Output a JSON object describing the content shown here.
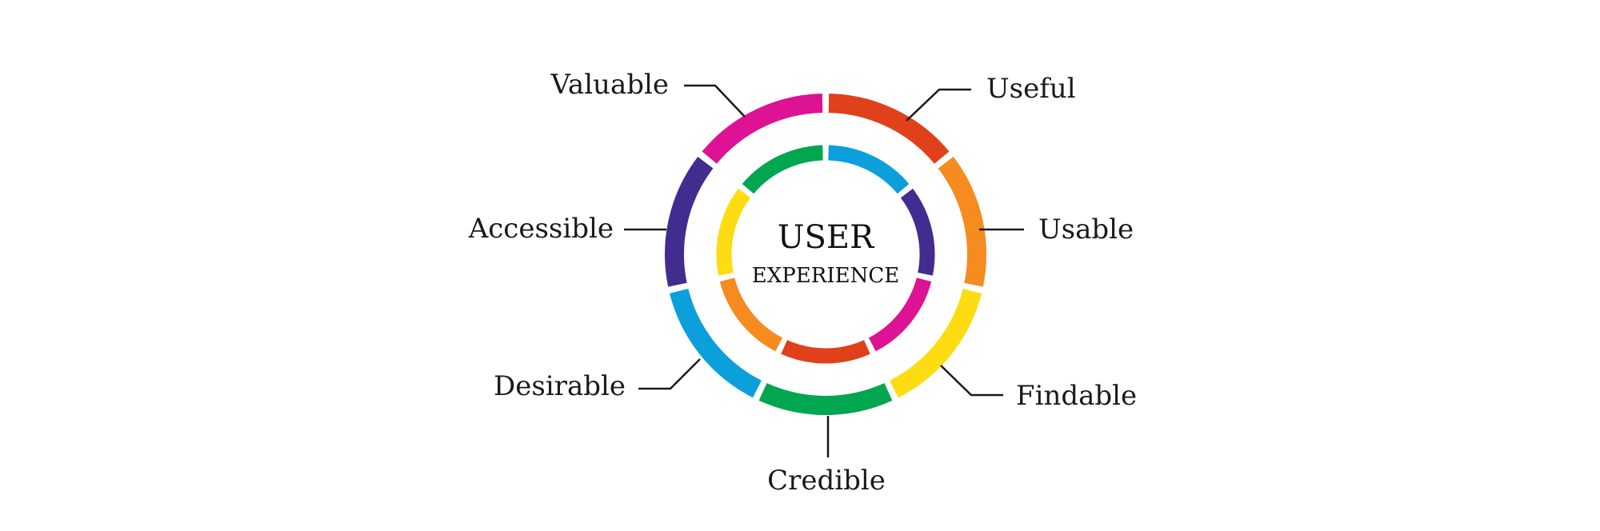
{
  "center": {
    "title": "USER",
    "subtitle": "EXPERIENCE"
  },
  "outer_ring": [
    {
      "label": "Useful",
      "color": "#e0401a"
    },
    {
      "label": "Usable",
      "color": "#f68b1f"
    },
    {
      "label": "Findable",
      "color": "#fddc12"
    },
    {
      "label": "Credible",
      "color": "#00a650"
    },
    {
      "label": "Desirable",
      "color": "#0b9fdc"
    },
    {
      "label": "Accessible",
      "color": "#432c8f"
    },
    {
      "label": "Valuable",
      "color": "#dd1295"
    }
  ],
  "inner_ring_colors": [
    "#0b9fdc",
    "#432c8f",
    "#dd1295",
    "#e0401a",
    "#f68b1f",
    "#fddc12",
    "#00a650"
  ]
}
